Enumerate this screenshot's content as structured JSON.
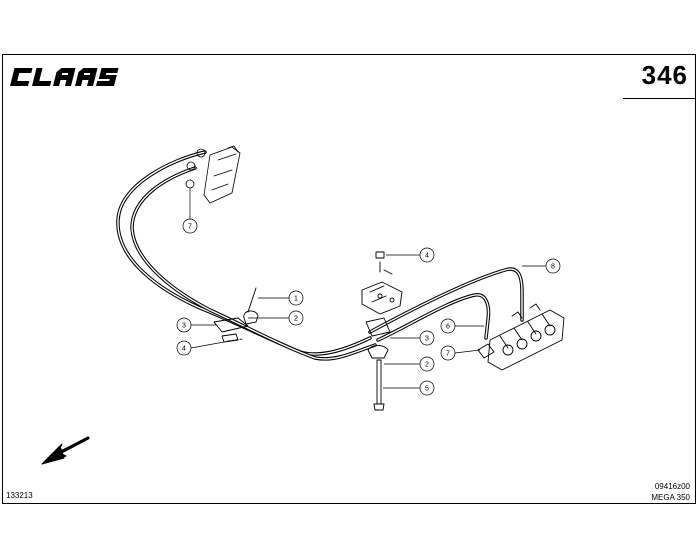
{
  "header": {
    "brand": "CLAAS",
    "page_number": "346"
  },
  "callouts": [
    "7",
    "1",
    "2",
    "3",
    "4",
    "4",
    "8",
    "6",
    "3",
    "7",
    "2",
    "5"
  ],
  "footer": {
    "drawing_number": "133213",
    "figure_code": "09416z00",
    "model": "MEGA 350"
  }
}
